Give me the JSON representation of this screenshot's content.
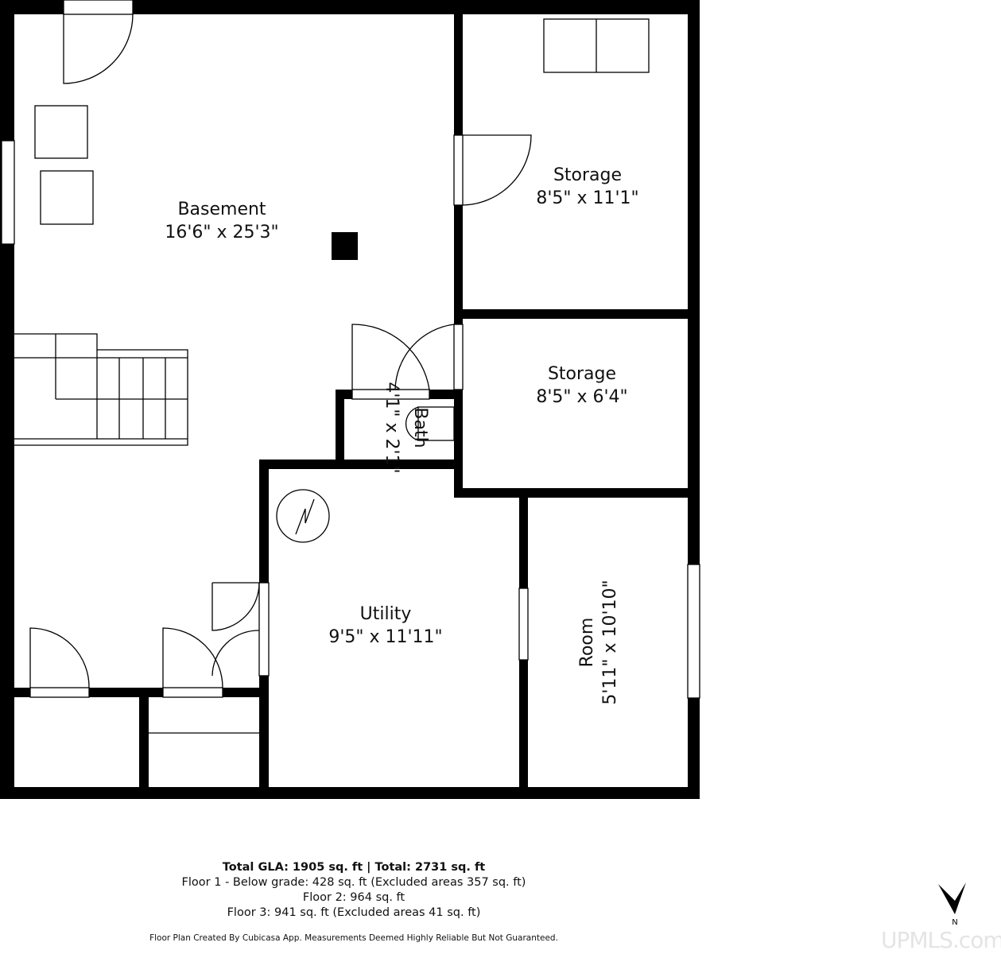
{
  "rooms": {
    "basement": {
      "name": "Basement",
      "dims": "16'6\" x 25'3\""
    },
    "storage_1": {
      "name": "Storage",
      "dims": "8'5\" x 11'1\""
    },
    "storage_2": {
      "name": "Storage",
      "dims": "8'5\" x 6'4\""
    },
    "bath": {
      "name": "Bath",
      "dims": "4'1\" x 2'1\""
    },
    "utility": {
      "name": "Utility",
      "dims": "9'5\" x 11'11\""
    },
    "room": {
      "name": "Room",
      "dims": "5'11\" x 10'10\""
    }
  },
  "summary": {
    "totals": "Total GLA: 1905 sq. ft | Total: 2731 sq. ft",
    "floor1": "Floor 1 - Below grade: 428 sq. ft (Excluded areas 357 sq. ft)",
    "floor2": "Floor 2: 964 sq. ft",
    "floor3": "Floor 3: 941 sq. ft (Excluded areas 41 sq. ft)",
    "disclaimer": "Floor Plan Created By Cubicasa App. Measurements Deemed Highly Reliable But Not Guaranteed."
  },
  "compass": {
    "label": "N",
    "icon": "north-arrow-icon"
  },
  "watermark": "UPMLS.com"
}
